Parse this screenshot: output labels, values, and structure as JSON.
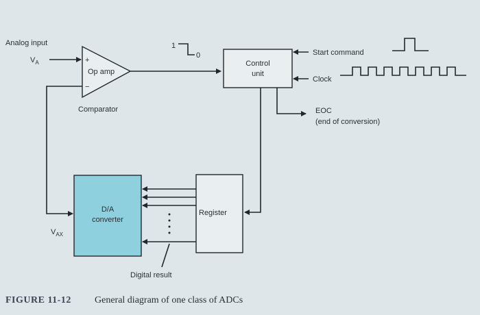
{
  "labels": {
    "analog_input": "Analog input",
    "va_main": "V",
    "va_sub": "A",
    "plus": "+",
    "minus": "−",
    "op_amp": "Op amp",
    "comparator": "Comparator",
    "logic_one": "1",
    "logic_zero": "0",
    "control_line1": "Control",
    "control_line2": "unit",
    "start_command": "Start command",
    "clock": "Clock",
    "eoc": "EOC",
    "eoc_desc": "(end of conversion)",
    "da_line1": "D/A",
    "da_line2": "converter",
    "register": "Register",
    "vax_main": "V",
    "vax_sub": "AX",
    "digital_result": "Digital result"
  },
  "caption": {
    "figure": "FIGURE 11-12",
    "text": "General diagram of one class of ADCs"
  },
  "colors": {
    "dac_fill": "#8fd0df",
    "wire": "#22272b",
    "box_fill": "#e9eef0"
  }
}
